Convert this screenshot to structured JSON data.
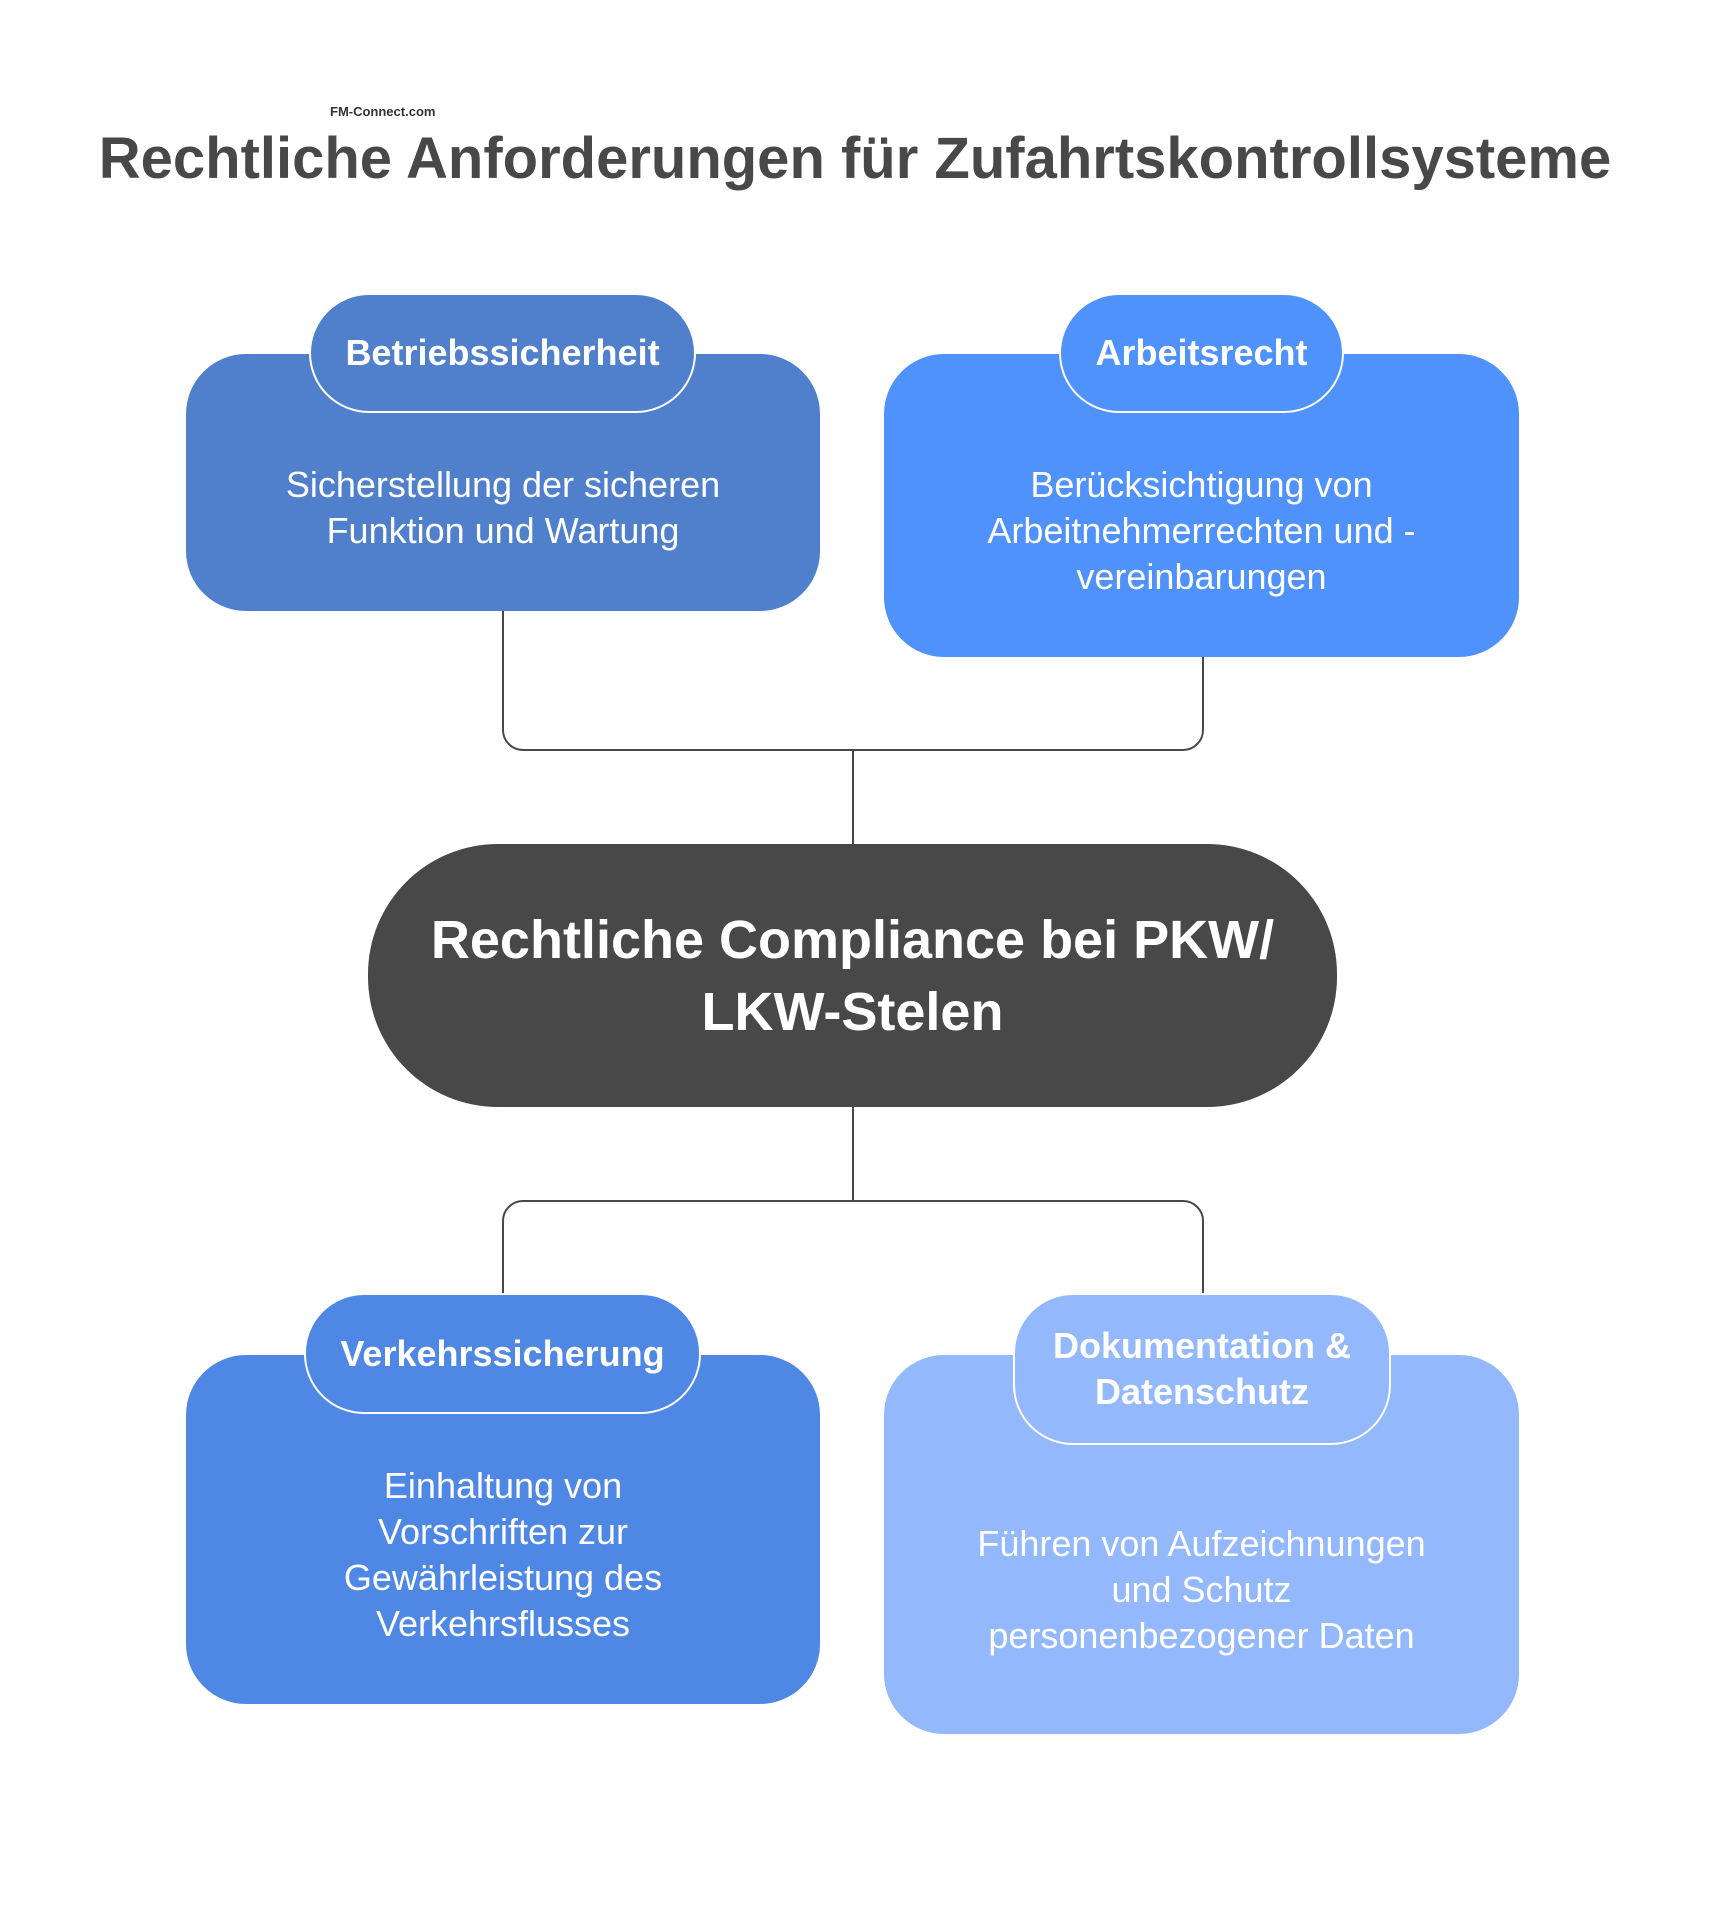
{
  "logo": "FM-Connect.com",
  "title": "Rechtliche Anforderungen für Zufahrtskontrollsysteme",
  "center": "Rechtliche Compliance bei PKW/ LKW-Stelen",
  "nodes": [
    {
      "title": "Betriebssicherheit",
      "text": "Sicherstellung der sicheren Funktion und Wartung",
      "color": "#5080cc"
    },
    {
      "title": "Arbeitsrecht",
      "text": "Berücksichtigung von Arbeitnehmerrechten und -vereinbarungen",
      "color": "#5092fc"
    },
    {
      "title": "Verkehrssicherung",
      "text": "Einhaltung von Vorschriften zur Gewährleistung des Verkehrsflusses",
      "color": "#4f88e4"
    },
    {
      "title": "Dokumentation & Datenschutz",
      "text": "Führen von Aufzeichnungen und Schutz personenbezogener Daten",
      "color": "#94b8fc"
    }
  ]
}
